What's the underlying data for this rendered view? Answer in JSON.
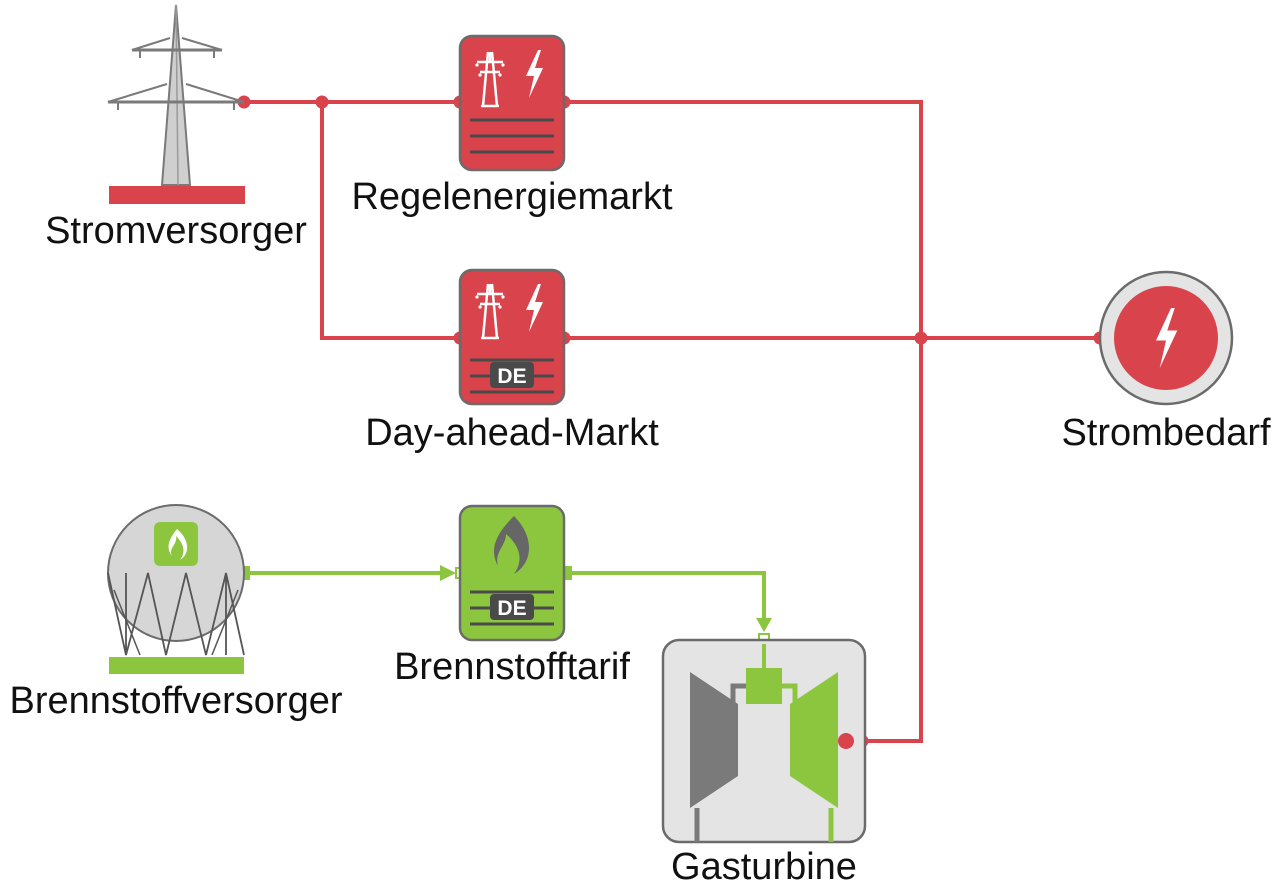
{
  "colors": {
    "power": "#d9434b",
    "power_dark": "#b3323a",
    "fuel": "#8cc63f",
    "fuel_dark": "#6ea52b",
    "grey": "#d6d6d6",
    "grey_dark": "#6b6b6b",
    "text": "#111111"
  },
  "nodes": {
    "stromversorger": {
      "label": "Stromversorger",
      "icon": "power-pylon-icon"
    },
    "regelenergiemarkt": {
      "label": "Regelenergiemarkt",
      "icon": "pylon-lightning-icon"
    },
    "day_ahead": {
      "label": "Day-ahead-Markt",
      "icon": "pylon-lightning-icon",
      "badge": "DE"
    },
    "strombedarf": {
      "label": "Strombedarf",
      "icon": "lightning-icon"
    },
    "brennstoffversorger": {
      "label": "Brennstoffversorger",
      "icon": "gas-tank-icon"
    },
    "brennstofftarif": {
      "label": "Brennstofftarif",
      "icon": "flame-icon",
      "badge": "DE"
    },
    "gasturbine": {
      "label": "Gasturbine",
      "icon": "gas-turbine-icon"
    }
  }
}
